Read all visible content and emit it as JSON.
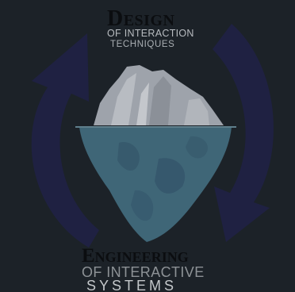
{
  "top_label": {
    "title": "Design",
    "line1": "OF INTERACTION",
    "line2": "TECHNIQUES"
  },
  "bottom_label": {
    "title": "Engineering",
    "line1": "OF INTERACTIVE",
    "line2": "SYSTEMS"
  },
  "colors": {
    "background": "#1c2228",
    "arrow": "#1f2142",
    "ice_above": "#9ea3ab",
    "ice_below": "#3f6677"
  }
}
